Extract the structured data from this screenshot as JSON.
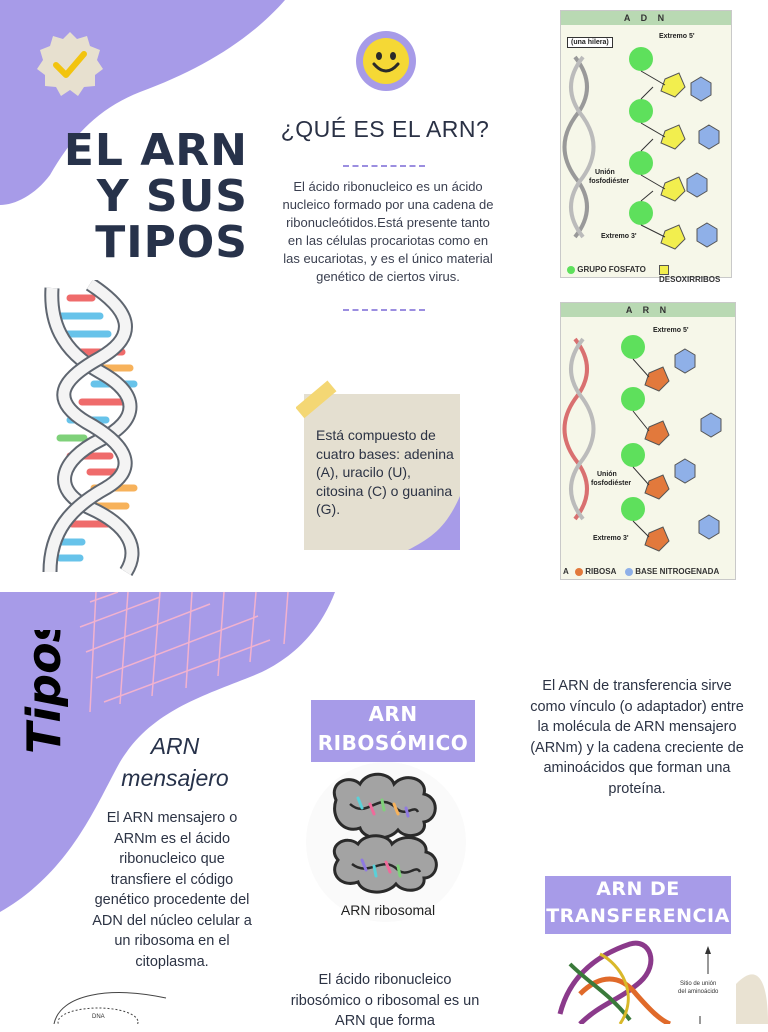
{
  "header": {
    "title_lines": [
      "EL ARN",
      "Y SUS",
      "TIPOS"
    ]
  },
  "intro": {
    "question": "¿QUÉ ES EL ARN?",
    "body": "El ácido ribonucleico es un ácido nucleico formado por una cadena de ribonucleótidos.Está presente tanto en las células procariotas como en las eucariotas, y es el único material genético de ciertos virus."
  },
  "note": {
    "text": "Está compuesto de cuatro bases: adenina (A), uracilo (U), citosina (C) o guanina (G)."
  },
  "adn_diagram": {
    "title": "A D N",
    "strand_label": "(una hilera)",
    "end5": "Extremo 5'",
    "end3": "Extremo 3'",
    "bond_label_1": "Unión",
    "bond_label_2": "fosfodiéster",
    "legend_1": "GRUPO FOSFATO",
    "legend_2": "DESOXIRRIBOS"
  },
  "arn_diagram": {
    "title": "A R N",
    "end5": "Extremo 5'",
    "end3": "Extremo 3'",
    "bond_label_1": "Unión",
    "bond_label_2": "fosfodiéster",
    "legend_0": "A",
    "legend_1": "RIBOSA",
    "legend_2": "BASE NITROGENADA"
  },
  "types": {
    "heading": "Tipos",
    "mensajero": {
      "title_line1": "ARN",
      "title_line2": "mensajero",
      "body": "El ARN mensajero o ARNm es el ácido ribonucleico que transfiere el código genético procedente del ADN del núcleo celular a un ribosoma en el citoplasma.",
      "dna_label": "DNA"
    },
    "ribosomico": {
      "badge_line1": "ARN",
      "badge_line2": "RIBOSÓMICO",
      "image_label": "ARN ribosomal",
      "body": "El ácido ribonucleico ribosómico o ribosomal es un ARN que forma"
    },
    "transferencia": {
      "body": "El ARN de transferencia sirve como vínculo (o adaptador) entre la molécula de ARN mensajero (ARNm) y la cadena creciente de aminoácidos que forman una proteína.",
      "badge_line1": "ARN DE",
      "badge_line2": "TRANSFERENCIA",
      "site_label_1": "Sitio de unión",
      "site_label_2": "del aminoácido"
    }
  },
  "colors": {
    "accent_purple": "#a79be8",
    "title_navy": "#27324a",
    "note_beige": "#e4dfd0",
    "smiley_yellow": "#f5d835"
  }
}
